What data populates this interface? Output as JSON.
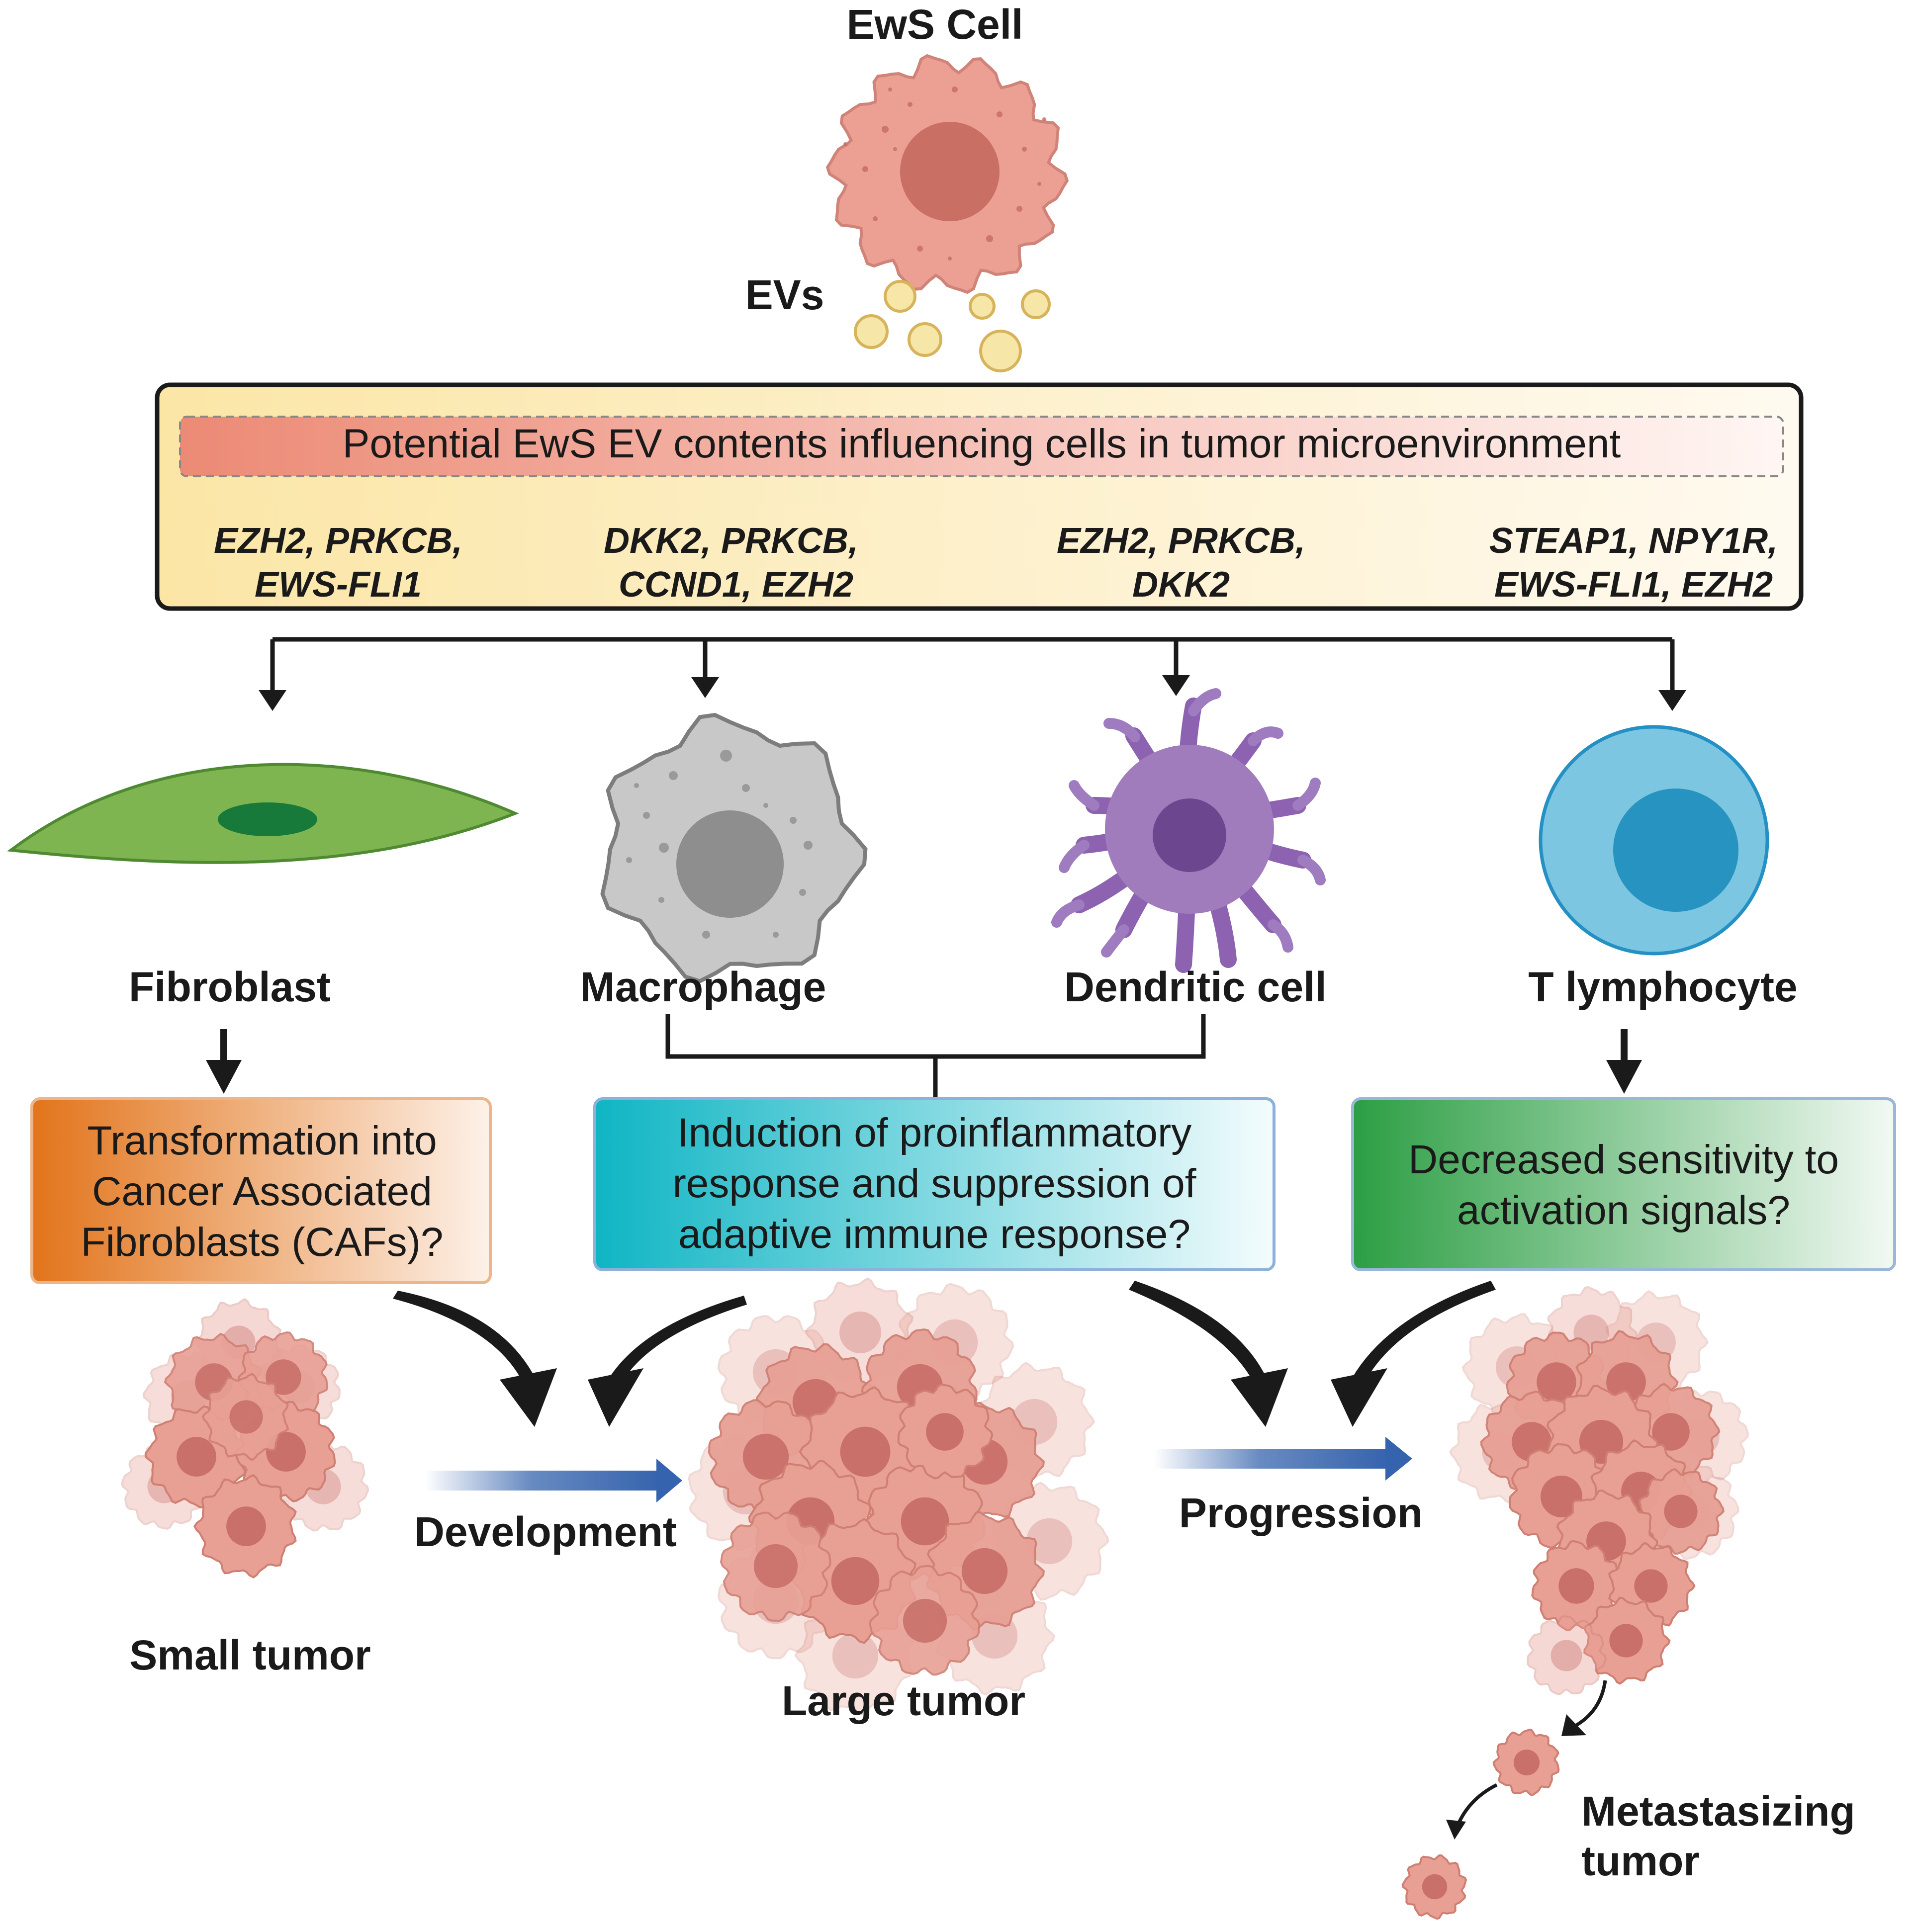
{
  "source": {
    "cell_label": "EwS Cell",
    "ev_label": "EVs"
  },
  "contents_box": {
    "title": "Potential EwS EV contents influencing cells in tumor microenvironment",
    "genes": [
      {
        "line1": "EZH2, PRKCB,",
        "line2": "EWS-FLI1"
      },
      {
        "line1": "DKK2, PRKCB,",
        "line2": "CCND1, EZH2"
      },
      {
        "line1": "EZH2, PRKCB,",
        "line2": "DKK2"
      },
      {
        "line1": "STEAP1, NPY1R,",
        "line2": "EWS-FLI1, EZH2"
      }
    ]
  },
  "cells": [
    {
      "label": "Fibroblast",
      "icon": "fibroblast-icon"
    },
    {
      "label": "Macrophage",
      "icon": "macrophage-icon"
    },
    {
      "label": "Dendritic cell",
      "icon": "dendritic-cell-icon"
    },
    {
      "label": "T lymphocyte",
      "icon": "t-lymphocyte-icon"
    }
  ],
  "effects": [
    {
      "lines": [
        "Transformation into",
        "Cancer Associated",
        "Fibroblasts (CAFs)?"
      ],
      "color": "#e2741b"
    },
    {
      "lines": [
        "Induction of proinflammatory",
        "response and suppression of",
        "adaptive immune response?"
      ],
      "color": "#0fb5c4"
    },
    {
      "lines": [
        "Decreased sensitivity to",
        "activation signals?"
      ],
      "color": "#2c9e44"
    }
  ],
  "stages": {
    "small": "Small tumor",
    "large": "Large tumor",
    "metastasizing_line1": "Metastasizing",
    "metastasizing_line2": "tumor",
    "development": "Development",
    "progression": "Progression"
  },
  "colors": {
    "tumor_cell": "#e8a095",
    "tumor_nucleus": "#c9706a",
    "ev": "#f6e6a8",
    "fibroblast": "#7fb550",
    "macrophage": "#c8c8c8",
    "dendritic": "#9c78bb",
    "t_cell": "#7cc6e2",
    "arrow_blue": "#3563ad"
  }
}
